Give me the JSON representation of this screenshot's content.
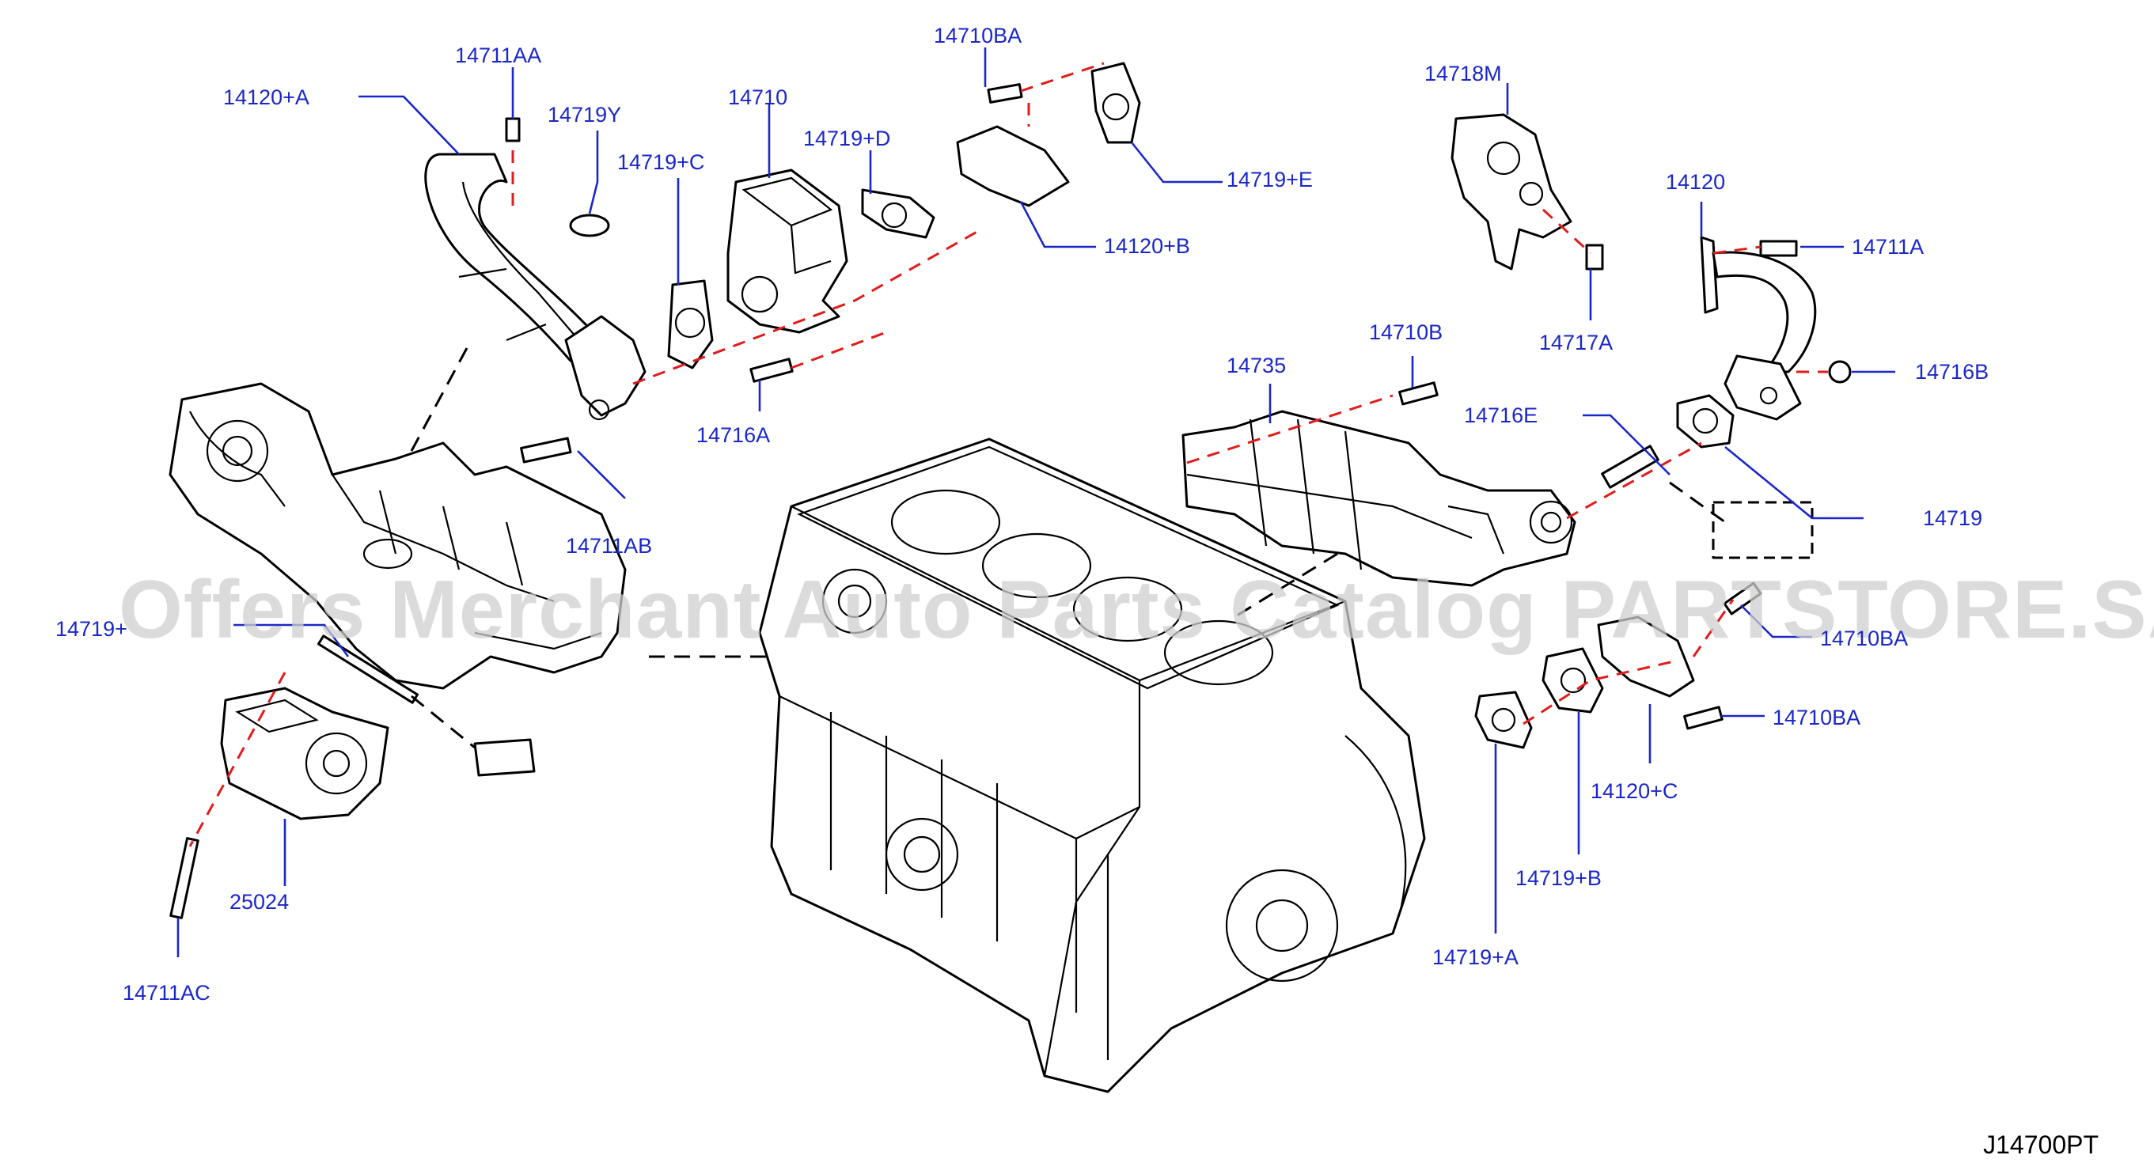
{
  "watermark": "Offers Merchant Auto Parts Catalog PARTSTORE.SA",
  "figure_code": "J14700PT",
  "callouts": {
    "c_14711AA": "14711AA",
    "c_14120A": "14120+A",
    "c_14719Y": "14719Y",
    "c_14710": "14710",
    "c_14719C_top": "14719+C",
    "c_14719D": "14719+D",
    "c_14710BA_top": "14710BA",
    "c_14719E": "14719+E",
    "c_14120B": "14120+B",
    "c_14716A": "14716A",
    "c_14711AB": "14711AB",
    "c_14719_left": "14719+",
    "c_25024": "25024",
    "c_14711AC": "14711AC",
    "c_14718M": "14718M",
    "c_14717A": "14717A",
    "c_14120": "14120",
    "c_14711A": "14711A",
    "c_14716B": "14716B",
    "c_14710B": "14710B",
    "c_14735": "14735",
    "c_14716E": "14716E",
    "c_14719": "14719",
    "c_14710BA_right1": "14710BA",
    "c_14710BA_right2": "14710BA",
    "c_14120C": "14120+C",
    "c_14719B": "14719+B",
    "c_14719A": "14719+A"
  }
}
